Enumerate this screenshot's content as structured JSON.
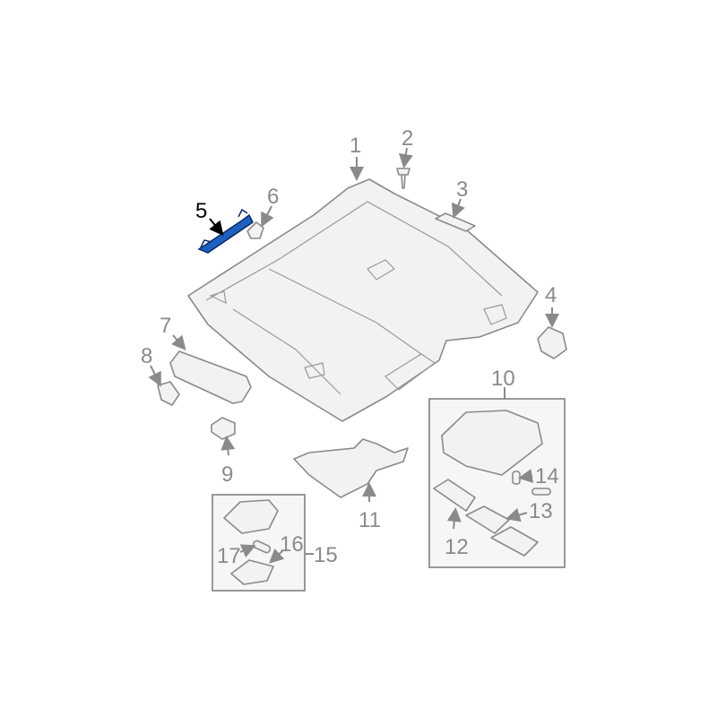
{
  "diagram": {
    "highlight_color": "#1f5fbf",
    "highlighted_part": "5",
    "labels": [
      "1",
      "2",
      "3",
      "4",
      "5",
      "6",
      "7",
      "8",
      "9",
      "10",
      "11",
      "12",
      "13",
      "14",
      "15",
      "16",
      "17"
    ]
  }
}
